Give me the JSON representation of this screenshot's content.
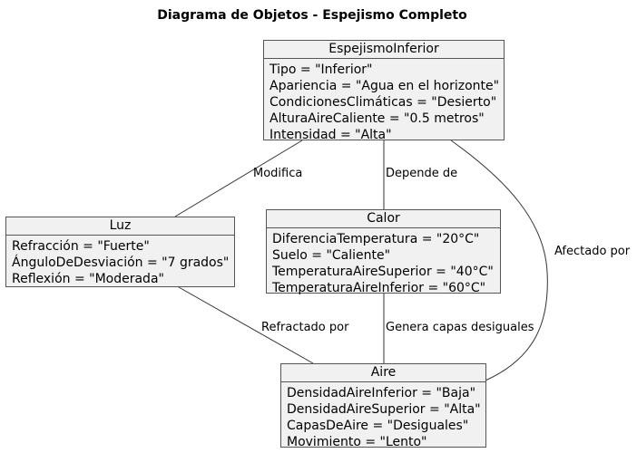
{
  "diagram": {
    "title": "Diagrama de Objetos - Espejismo Completo",
    "objects": [
      {
        "name": "EspejismoInferior",
        "attributes": [
          "Tipo = \"Inferior\"",
          "Apariencia = \"Agua en el horizonte\"",
          "CondicionesClimáticas = \"Desierto\"",
          "AlturaAireCaliente = \"0.5 metros\"",
          "Intensidad = \"Alta\""
        ]
      },
      {
        "name": "Luz",
        "attributes": [
          "Refracción = \"Fuerte\"",
          "ÁnguloDeDesviación = \"7 grados\"",
          "Reflexión = \"Moderada\""
        ]
      },
      {
        "name": "Calor",
        "attributes": [
          "DiferenciaTemperatura = \"20°C\"",
          "Suelo = \"Caliente\"",
          "TemperaturaAireSuperior = \"40°C\"",
          "TemperaturaAireInferior = \"60°C\""
        ]
      },
      {
        "name": "Aire",
        "attributes": [
          "DensidadAireInferior = \"Baja\"",
          "DensidadAireSuperior = \"Alta\"",
          "CapasDeAire = \"Desiguales\"",
          "Movimiento = \"Lento\""
        ]
      }
    ],
    "relations": [
      {
        "from": "EspejismoInferior",
        "to": "Luz",
        "label": "Modifica"
      },
      {
        "from": "EspejismoInferior",
        "to": "Calor",
        "label": "Depende de"
      },
      {
        "from": "EspejismoInferior",
        "to": "Aire",
        "label": "Afectado por"
      },
      {
        "from": "Luz",
        "to": "Aire",
        "label": "Refractado por"
      },
      {
        "from": "Calor",
        "to": "Aire",
        "label": "Genera capas desiguales"
      }
    ]
  }
}
